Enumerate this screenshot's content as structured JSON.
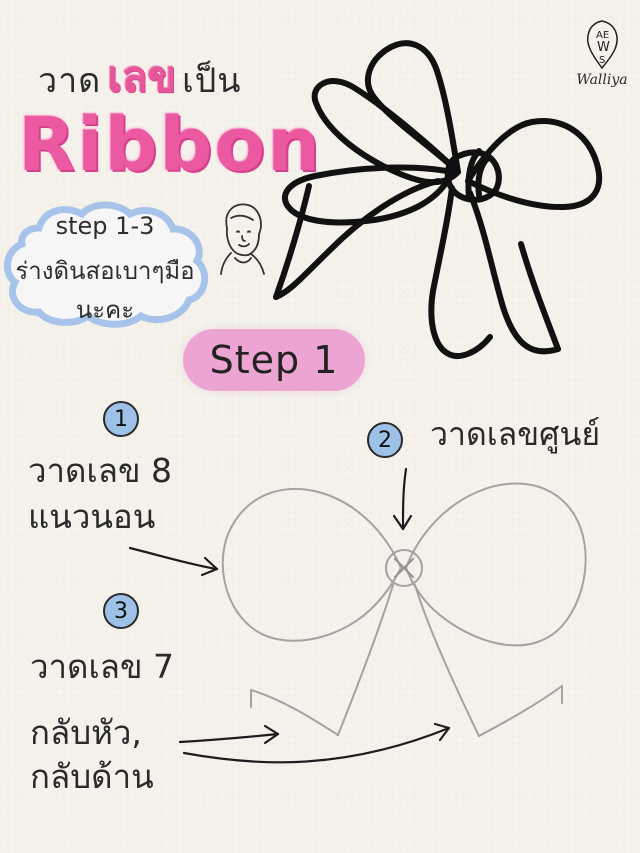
{
  "header": {
    "line1_left": "วาด",
    "line1_pink": "เลข",
    "line1_right": "เป็น",
    "ribbon_word": "Ribbon"
  },
  "note": {
    "line1": "step 1-3",
    "line2": "ร่างดินสอเบาๆมือ",
    "line3": "นะคะ"
  },
  "step_title": "Step 1",
  "steps": [
    {
      "badge": "1",
      "line1": "วาดเลข 8",
      "line2": "แนวนอน"
    },
    {
      "badge": "2",
      "line1": "วาดเลขศูนย์"
    },
    {
      "badge": "3",
      "line1": "วาดเลข 7",
      "line2": "กลับหัว,",
      "line3": "กลับด้าน"
    }
  ],
  "brand": {
    "name": "Walliya",
    "letters": [
      "AE",
      "W",
      "S"
    ]
  },
  "colors": {
    "paper": "#f5f2ec",
    "ink": "#222222",
    "pink_title": "#eb5aa1",
    "pink_pill": "#e986c9",
    "blue_badge": "#9dc1e7",
    "pencil": "#9a9a9a"
  },
  "icons": {
    "author": "woman-face-icon",
    "logo": "leaf-monogram-icon",
    "arrow": "arrow-icon"
  }
}
